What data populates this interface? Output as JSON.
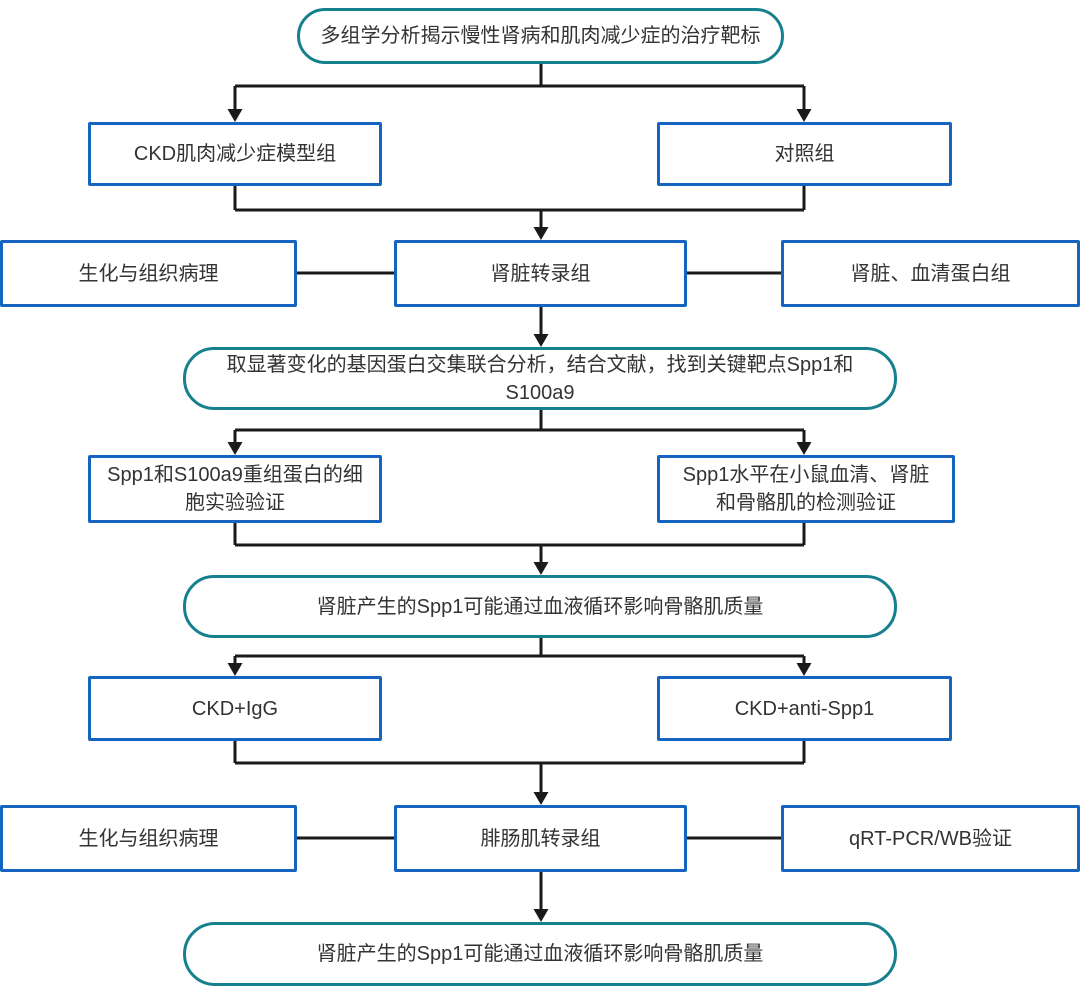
{
  "flowchart": {
    "nodes": {
      "pill_top": "多组学分析揭示慢性肾病和肌肉减少症的治疗靶标",
      "box_model_group": "CKD肌肉减少症模型组",
      "box_control_group": "对照组",
      "box_biochem_histo_1": "生化与组织病理",
      "box_kidney_transcriptome": "肾脏转录组",
      "box_kidney_serum_proteome": "肾脏、血清蛋白组",
      "pill_intersection": "取显著变化的基因蛋白交集联合分析，结合文献，找到关键靶点Spp1和S100a9",
      "box_cell_validation": "Spp1和S100a9重组蛋白的细胞实验验证",
      "box_detection_validation": "Spp1水平在小鼠血清、肾脏和骨骼肌的检测验证",
      "pill_hypothesis": "肾脏产生的Spp1可能通过血液循环影响骨骼肌质量",
      "box_ckd_igg": "CKD+IgG",
      "box_ckd_anti_spp1": "CKD+anti-Spp1",
      "box_biochem_histo_2": "生化与组织病理",
      "box_gastrocnemius_transcriptome": "腓肠肌转录组",
      "box_qrtpcr_wb": "qRT-PCR/WB验证",
      "pill_conclusion": "肾脏产生的Spp1可能通过血液循环影响骨骼肌质量"
    },
    "colors": {
      "pill_border": "#17808e",
      "box_border": "#1565c0",
      "line": "#1a1a1a",
      "text": "#333333",
      "background": "#ffffff"
    }
  }
}
